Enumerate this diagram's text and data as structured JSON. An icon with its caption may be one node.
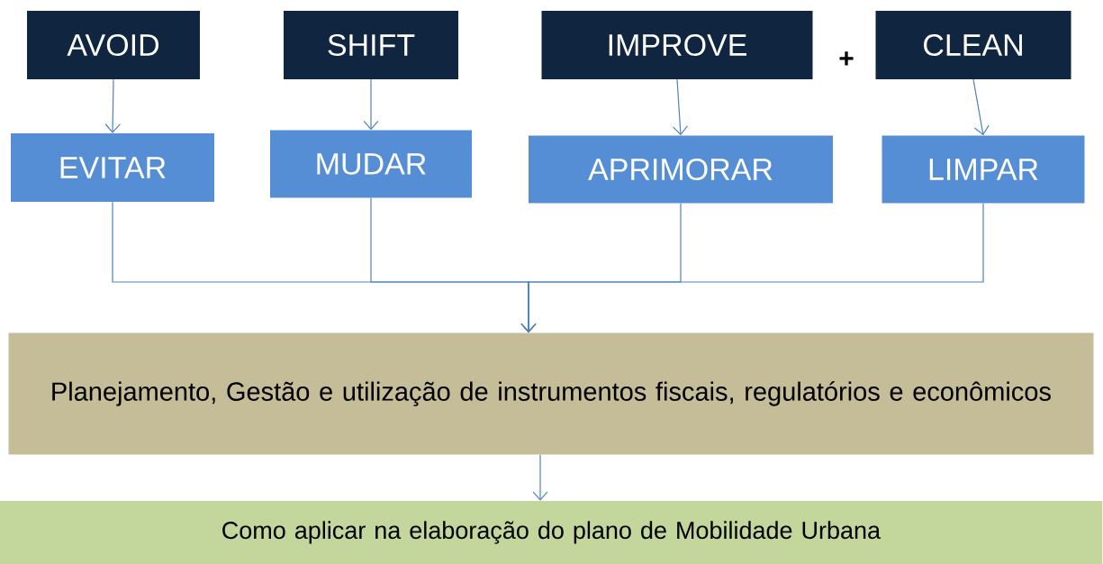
{
  "diagram": {
    "nodes": [
      {
        "text": [
          "AVOID"
        ]
      },
      {
        "text": [
          "SHIFT"
        ]
      },
      {
        "text": [
          "IMPROVE"
        ]
      },
      {
        "text": [
          "CLEAN"
        ]
      },
      {
        "text": [
          "EVITAR"
        ]
      },
      {
        "text": [
          "MUDAR"
        ]
      },
      {
        "text": [
          "APRIMORAR"
        ]
      },
      {
        "text": [
          "LIMPAR"
        ]
      },
      {
        "text": [
          "Planejamento, Gestão e utilização de instrumentos fiscais, regulatórios e econômicos"
        ]
      },
      {
        "text": [
          "Como aplicar na elaboração do plano de Mobilidade Urbana"
        ]
      }
    ],
    "edges": [
      {
        "from": 0,
        "to": 4,
        "arrow": "to"
      },
      {
        "from": 1,
        "to": 5,
        "arrow": "to"
      },
      {
        "from": 2,
        "to": 6,
        "arrow": "to"
      },
      {
        "from": 3,
        "to": 7,
        "arrow": "to"
      },
      {
        "from": 4,
        "to": 8,
        "arrow": "to"
      },
      {
        "from": 5,
        "to": 8,
        "arrow": "to"
      },
      {
        "from": 6,
        "to": 8,
        "arrow": "to"
      },
      {
        "from": 7,
        "to": 8,
        "arrow": "to"
      },
      {
        "from": 8,
        "to": 9,
        "arrow": "to"
      }
    ],
    "labels": [
      "+"
    ]
  }
}
